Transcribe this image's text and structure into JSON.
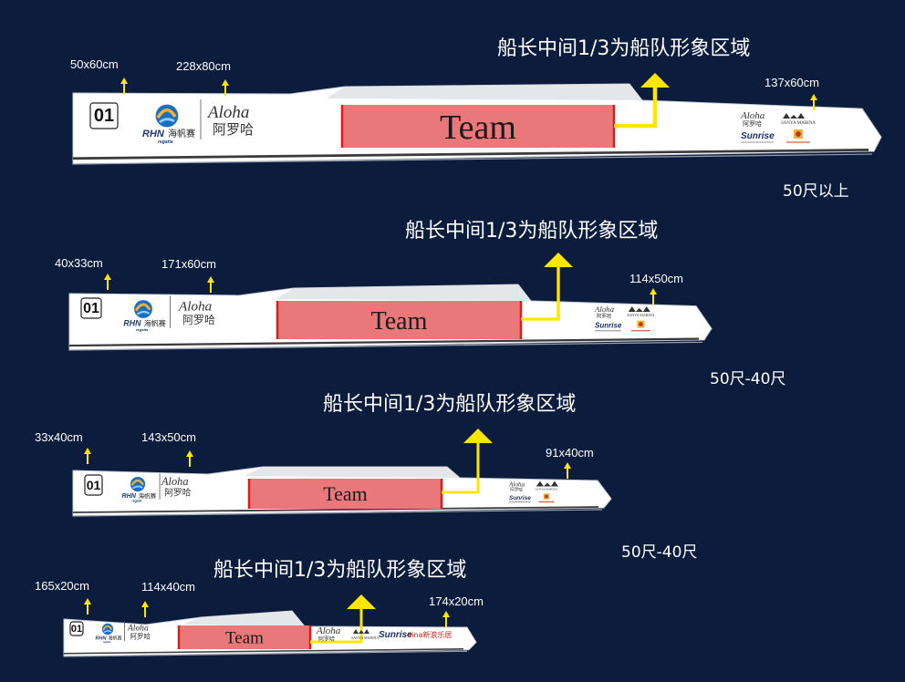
{
  "colors": {
    "background": "#0b1c3d",
    "hull": "#ffffff",
    "team_fill": "#e8787a",
    "team_border": "#e01b1b",
    "arrow": "#ffe600",
    "stripe": "#3a3a3a"
  },
  "boats": [
    {
      "title": "船长中间1/3为船队形象区域",
      "category": "50尺以上",
      "team_label": "Team",
      "number": "01",
      "labels": {
        "number": "50x60cm",
        "logo": "228x80cm",
        "sponsors": "137x60cm"
      }
    },
    {
      "title": "船长中间1/3为船队形象区域",
      "category": "50尺-40尺",
      "team_label": "Team",
      "number": "01",
      "labels": {
        "number": "40x33cm",
        "logo": "171x60cm",
        "sponsors": "114x50cm"
      }
    },
    {
      "title": "船长中间1/3为船队形象区域",
      "category": "50尺-40尺",
      "team_label": "Team",
      "number": "01",
      "labels": {
        "number": "33x40cm",
        "logo": "143x50cm",
        "sponsors": "91x40cm"
      }
    },
    {
      "title": "船长中间1/3为船队形象区域",
      "category": "",
      "team_label": "Team",
      "number": "01",
      "labels": {
        "number": "165x20cm",
        "logo": "114x40cm",
        "sponsors": "174x20cm"
      }
    }
  ],
  "logos": {
    "rhn_text": "RHN",
    "rhn_cn": "海帆赛",
    "rhn_sub": "regatta",
    "aloha_text": "Aloha",
    "aloha_cn": "阿罗哈",
    "sunrise_text": "Sunrise",
    "sanya_text": "SANYA MARINA",
    "sina_text": "sina新浪乐居"
  }
}
